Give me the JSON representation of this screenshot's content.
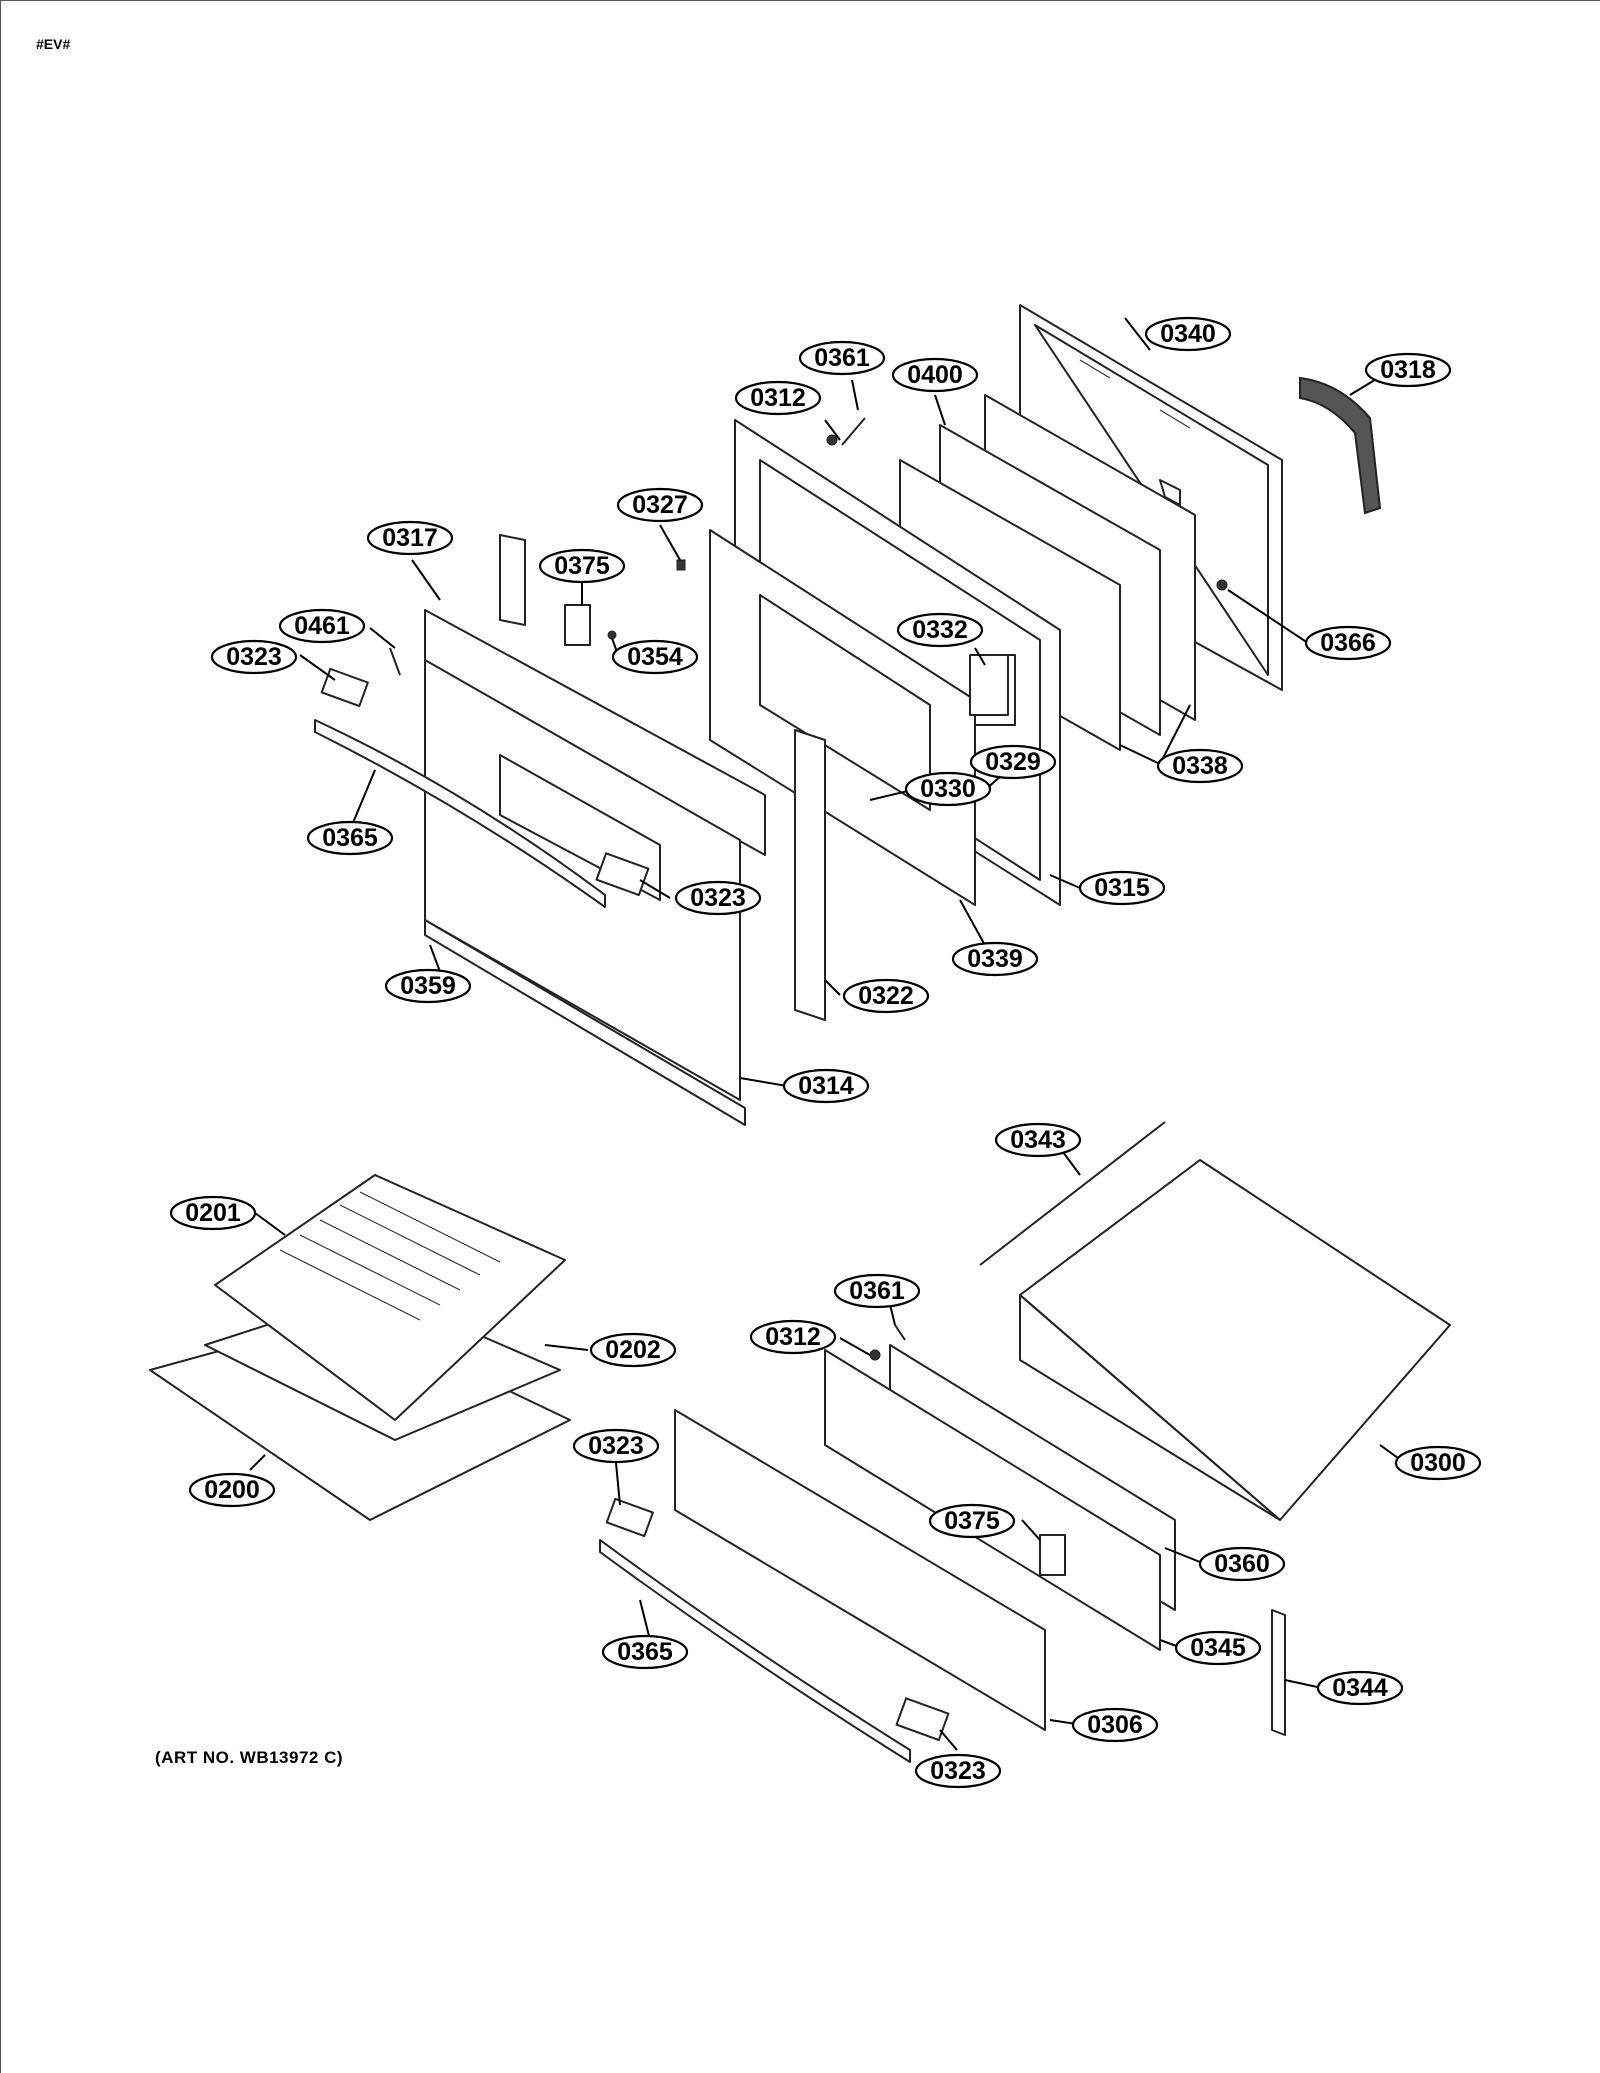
{
  "header": {
    "tag": "#EV#"
  },
  "footer": {
    "art_no": "(ART NO. WB13972 C)"
  },
  "callouts": [
    "0340",
    "0318",
    "0361",
    "0400",
    "0312",
    "0327",
    "0317",
    "0375",
    "0461",
    "0323",
    "0354",
    "0332",
    "0366",
    "0329",
    "0338",
    "0330",
    "0365",
    "0315",
    "0323",
    "0339",
    "0359",
    "0322",
    "0314",
    "0343",
    "0201",
    "0361",
    "0312",
    "0202",
    "0323",
    "0300",
    "0200",
    "0375",
    "0360",
    "0365",
    "0345",
    "0344",
    "0306",
    "0323"
  ]
}
